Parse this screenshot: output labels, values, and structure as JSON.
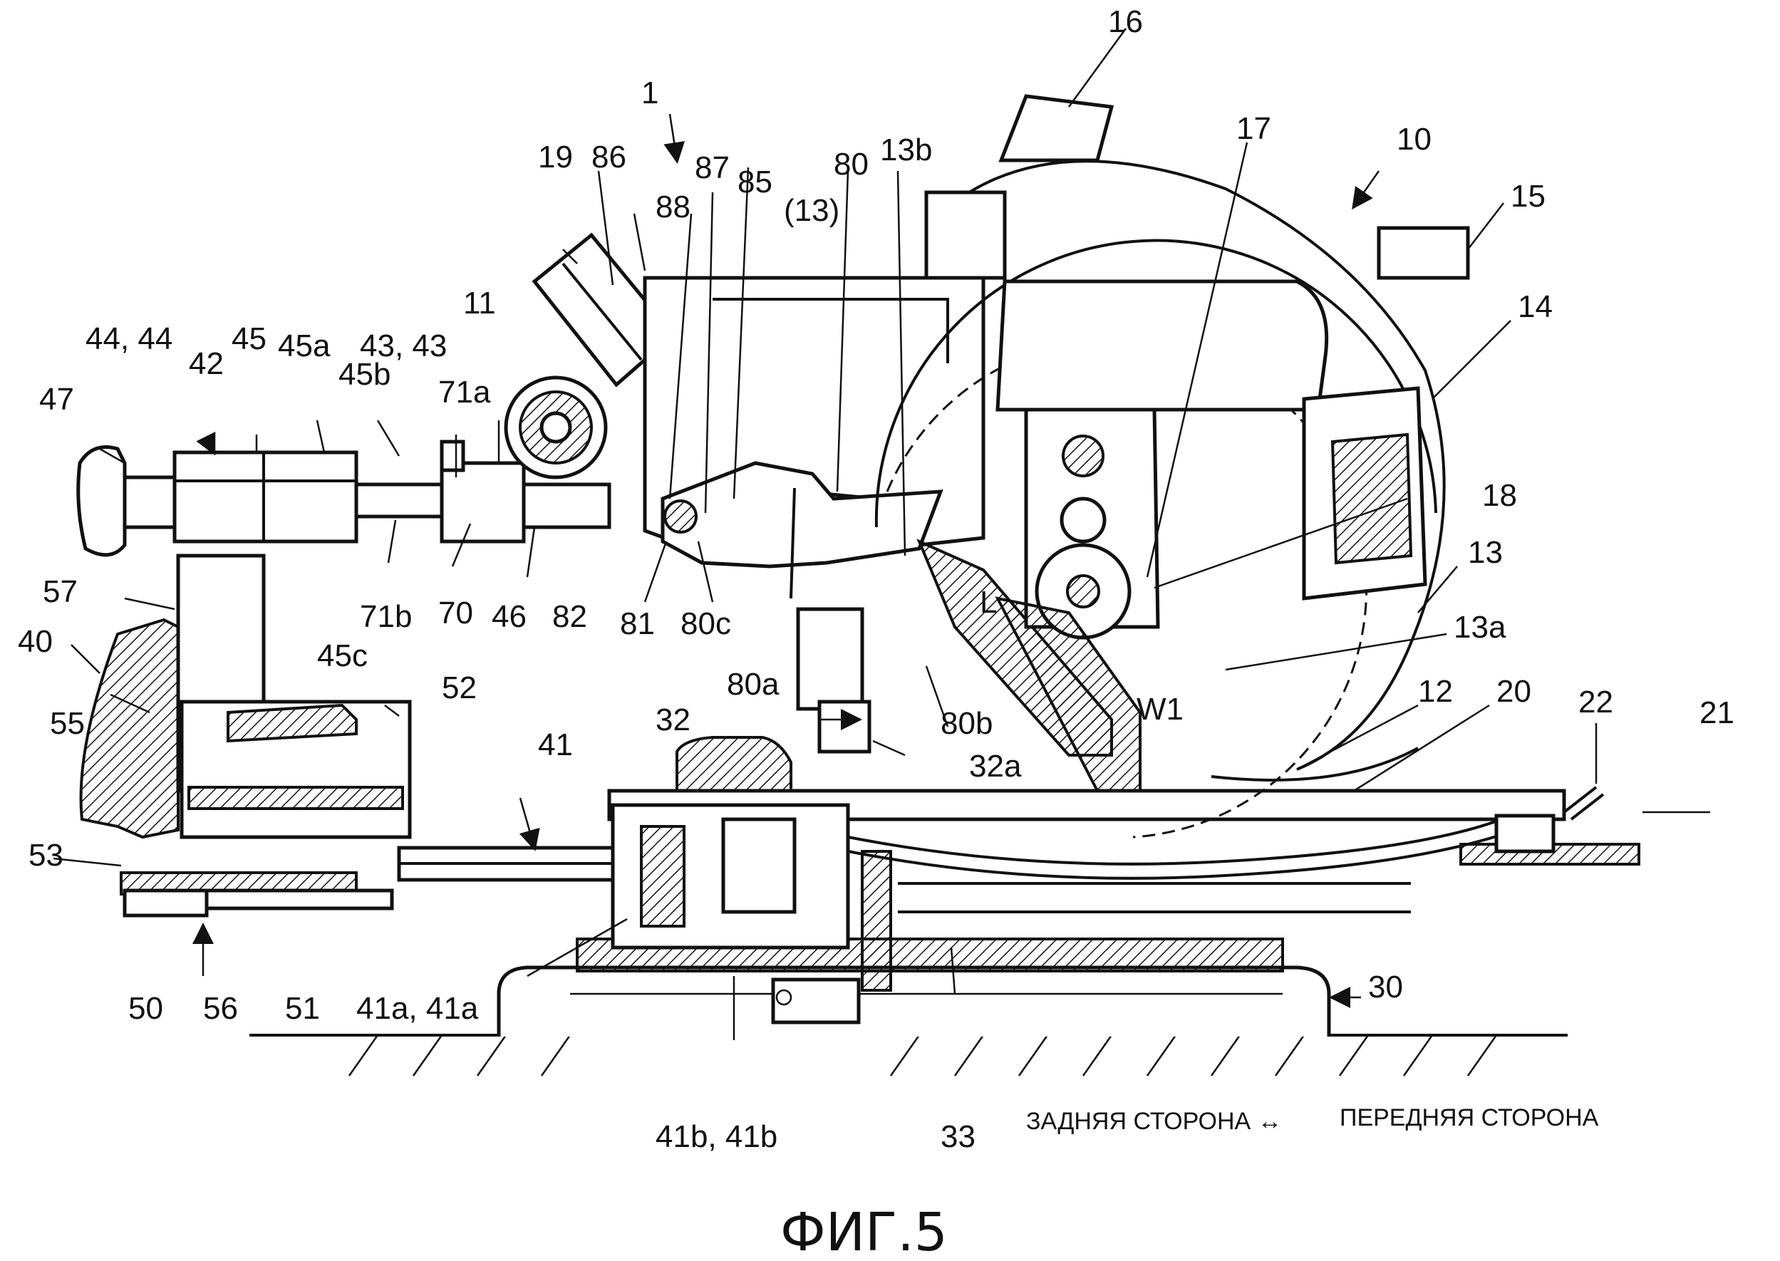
{
  "figure_caption": "ФИГ.5",
  "direction_legend": {
    "rear": "ЗАДНЯЯ СТОРОНА",
    "arrow": "↔",
    "front": "ПЕРЕДНЯЯ СТОРОНА"
  },
  "labels": {
    "l1": "1",
    "l10": "10",
    "l11": "11",
    "l12": "12",
    "l13": "13",
    "l13a": "13a",
    "l13b": "13b",
    "l13p": "(13)",
    "l14": "14",
    "l15": "15",
    "l16": "16",
    "l17": "17",
    "l18": "18",
    "l19": "19",
    "l20": "20",
    "l21": "21",
    "l22": "22",
    "l30": "30",
    "l32": "32",
    "l32a": "32a",
    "l33": "33",
    "l40": "40",
    "l41": "41",
    "l41a": "41a, 41a",
    "l41b": "41b, 41b",
    "l42": "42",
    "l43": "43, 43",
    "l44": "44, 44",
    "l45": "45",
    "l45a": "45a",
    "l45b": "45b",
    "l45c": "45c",
    "l46": "46",
    "l47": "47",
    "l50": "50",
    "l51": "51",
    "l52": "52",
    "l53": "53",
    "l55": "55",
    "l56": "56",
    "l57": "57",
    "l70": "70",
    "l71a": "71a",
    "l71b": "71b",
    "l80": "80",
    "l80a": "80a",
    "l80b": "80b",
    "l80c": "80c",
    "l81": "81",
    "l82": "82",
    "l85": "85",
    "l86": "86",
    "l87": "87",
    "l88": "88",
    "lL": "L",
    "lW1": "W1"
  }
}
